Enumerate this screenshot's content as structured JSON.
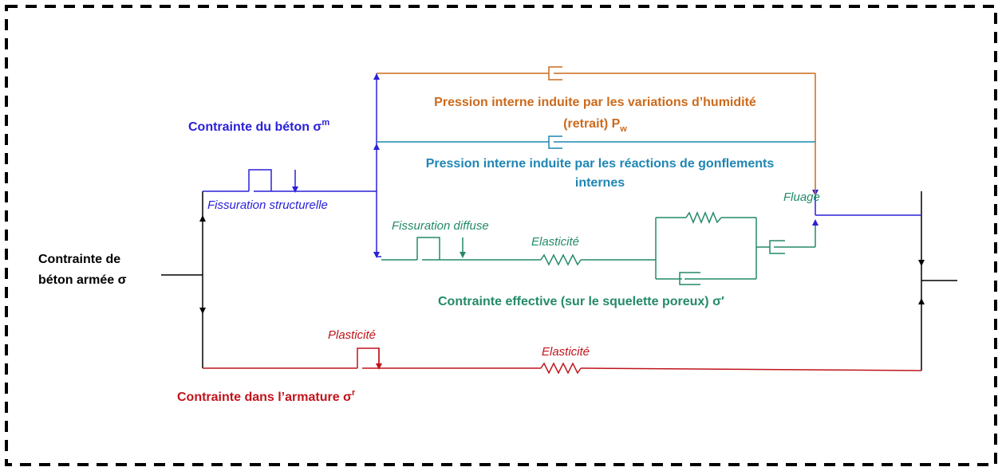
{
  "labels": {
    "beton_arme": {
      "line1": "Contrainte de",
      "line2": "béton armée σ"
    },
    "beton": {
      "text": "Contrainte du béton σ",
      "sup": "m"
    },
    "humidite": {
      "line1": "Pression interne induite par les variations d’humidité",
      "line2": "(retrait) P",
      "sub": "w"
    },
    "gonflement": {
      "line1": "Pression interne induite par les réactions de gonflements",
      "line2": "internes"
    },
    "fissuration_structurelle": "Fissuration structurelle",
    "fissuration_diffuse": "Fissuration diffuse",
    "elasticite_beton": "Elasticité",
    "fluage": "Fluage",
    "effective": {
      "text": "Contrainte effective (sur le squelette poreux) σ",
      "prime": "′"
    },
    "plasticite": "Plasticité",
    "elasticite_armature": "Elasticité",
    "armature": {
      "text": "Contrainte dans l’armature σ",
      "sup": "r"
    }
  },
  "colors": {
    "frame": "#000000",
    "beton": "#2b20d8",
    "humidite": "#cc6a1c",
    "gonflement": "#1e86b4",
    "effective": "#238a68",
    "armature": "#c0141c",
    "black": "#000000"
  }
}
